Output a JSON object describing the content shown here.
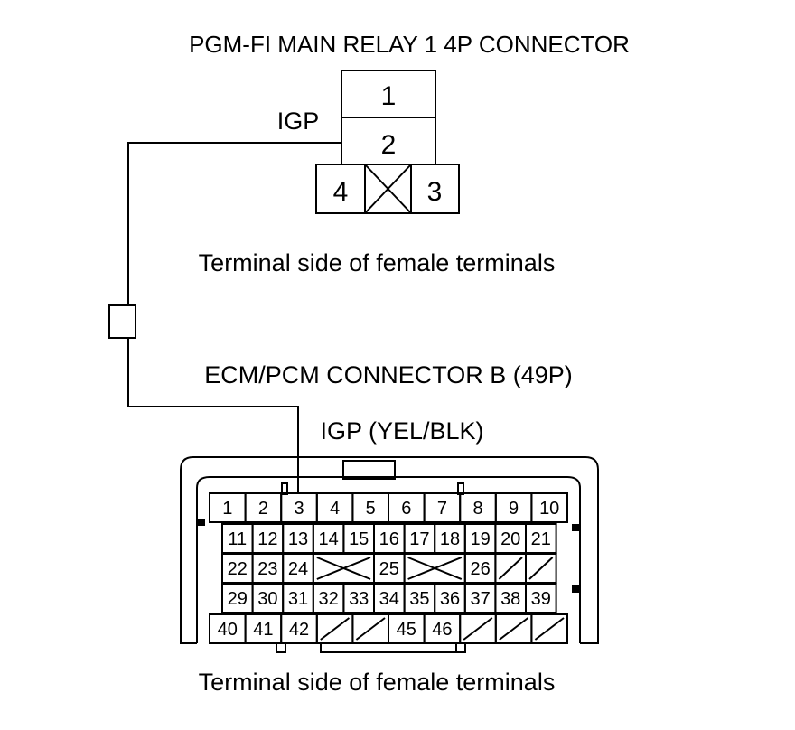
{
  "relay": {
    "title": "PGM-FI MAIN RELAY 1 4P CONNECTOR",
    "wire_label": "IGP",
    "pins": [
      "1",
      "2",
      "4",
      "3"
    ],
    "caption": "Terminal side of female terminals"
  },
  "ecm": {
    "title": "ECM/PCM CONNECTOR B (49P)",
    "wire_label": "IGP (YEL/BLK)",
    "caption": "Terminal side of female terminals",
    "rows": [
      [
        "1",
        "2",
        "3",
        "4",
        "5",
        "6",
        "7",
        "8",
        "9",
        "10"
      ],
      [
        "11",
        "12",
        "13",
        "14",
        "15",
        "16",
        "17",
        "18",
        "19",
        "20",
        "21"
      ],
      [
        "22",
        "23",
        "24",
        "25",
        "26"
      ],
      [
        "29",
        "30",
        "31",
        "32",
        "33",
        "34",
        "35",
        "36",
        "37",
        "38",
        "39"
      ],
      [
        "40",
        "41",
        "42",
        "45",
        "46"
      ]
    ]
  }
}
